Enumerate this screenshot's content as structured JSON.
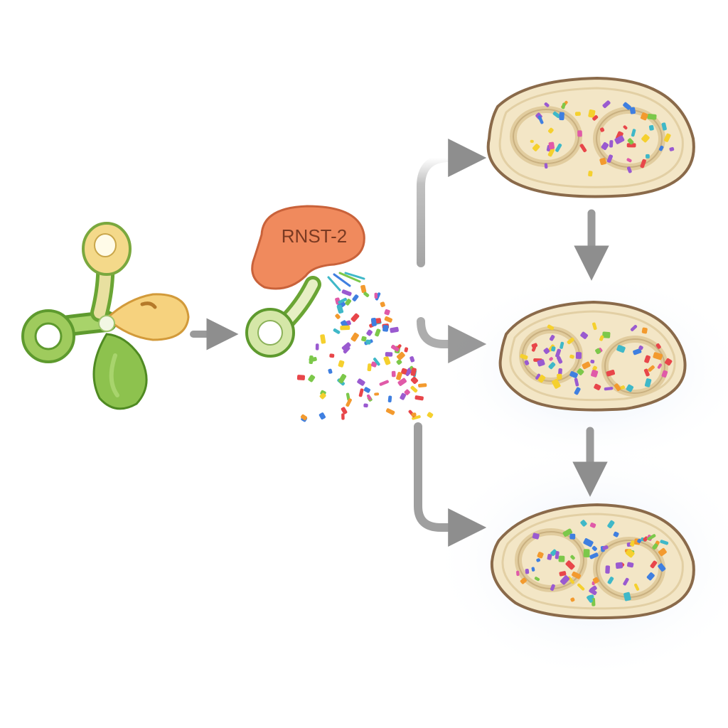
{
  "diagram": {
    "enzyme": {
      "label": "RNST-2",
      "color": "#f08a5d",
      "outline": "#c9623a"
    },
    "palette": {
      "green": "#8bbf4e",
      "green_dark": "#5e9a2e",
      "yellow": "#f4d17a",
      "arrow": "#9a9a9a",
      "cell_fill": "#f3e6c6",
      "cell_outline": "#8a6a4a",
      "fragments": [
        "#e8464a",
        "#f39a2e",
        "#f5d02e",
        "#7cc84a",
        "#3fb8c8",
        "#3f7fe0",
        "#9a5ad0",
        "#e05aa8"
      ]
    },
    "stages": [
      {
        "id": "intact-rna",
        "kind": "three-lobed molecule"
      },
      {
        "id": "cleavage",
        "kind": "enzyme plus fragments"
      },
      {
        "id": "cells",
        "count": 3
      }
    ]
  }
}
